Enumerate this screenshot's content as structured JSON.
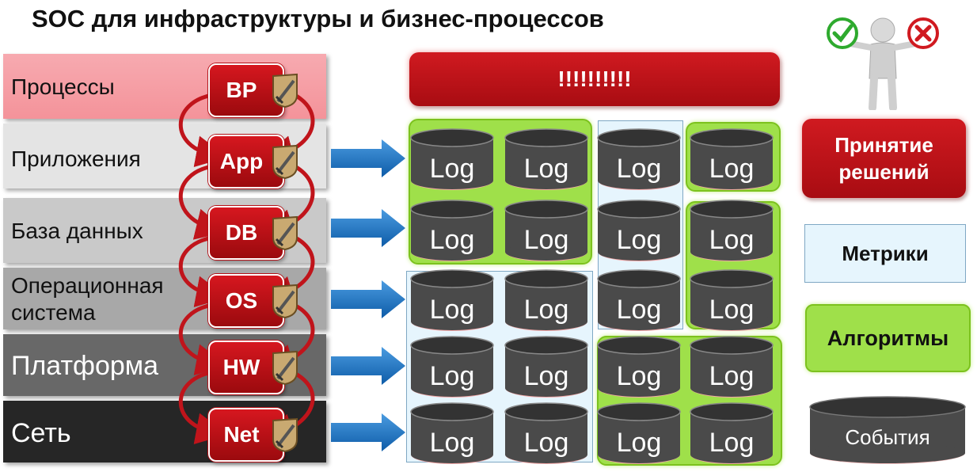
{
  "title": "SOC для инфраструктуры и бизнес-процессов",
  "layers": [
    {
      "label": "Процессы",
      "chip": "BP"
    },
    {
      "label": "Приложения",
      "chip": "App"
    },
    {
      "label": "База данных",
      "chip": "DB"
    },
    {
      "label": "Операционная\nсистема",
      "chip": "OS"
    },
    {
      "label": "Платформа",
      "chip": "HW"
    },
    {
      "label": "Сеть",
      "chip": "Net"
    }
  ],
  "log_label": "Log",
  "alarm": "!!!!!!!!!!",
  "legend": {
    "decision": "Принятие\nрешений",
    "metrics": "Метрики",
    "algorithms": "Алгоритмы",
    "events": "События"
  },
  "icons": [
    "shield-sword-icon",
    "check-icon",
    "cross-icon",
    "person-figure-icon",
    "arrow-right-icon"
  ],
  "colors": {
    "chip_red": "#c0141b",
    "log_dark": "#4a4a4a",
    "group_green": "#9fe04a",
    "group_blue": "#e6f5fd",
    "arrow_blue": "#1d6fc2"
  }
}
